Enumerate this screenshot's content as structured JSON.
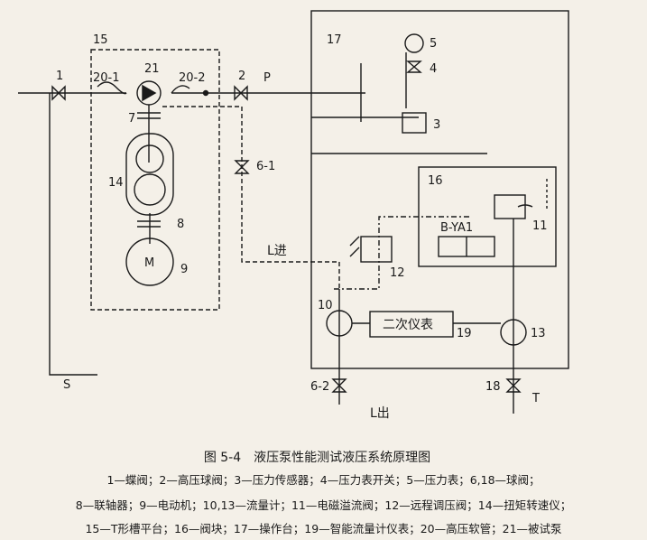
{
  "diagram": {
    "labels": {
      "n15": "15",
      "n17": "17",
      "n16": "16",
      "n21": "21",
      "n20_1": "20-1",
      "n20_2": "20-2",
      "n1": "1",
      "n2": "2",
      "P": "P",
      "n5": "5",
      "n4": "4",
      "n3": "3",
      "n7": "7",
      "n14": "14",
      "n8": "8",
      "n9": "9",
      "M": "M",
      "n6_1": "6-1",
      "L_in": "L进",
      "n11": "11",
      "bya1": "B-YA1",
      "n12": "12",
      "n10": "10",
      "meter": "二次仪表",
      "n19": "19",
      "n13": "13",
      "n6_2": "6-2",
      "L_out": "L出",
      "n18": "18",
      "T": "T",
      "S": "S"
    }
  },
  "caption": {
    "fig_no": "图 5-4",
    "title": "液压泵性能测试液压系统原理图",
    "line1": "1—蝶阀；2—高压球阀；3—压力传感器；4—压力表开关；5—压力表；6,18—球阀；",
    "line2": "8—联轴器；9—电动机；10,13—流量计；11—电磁溢流阀；12—远程调压阀；14—扭矩转速仪；",
    "line3": "15—T形槽平台；16—阀块；17—操作台；19—智能流量计仪表；20—高压软管；21—被试泵"
  }
}
